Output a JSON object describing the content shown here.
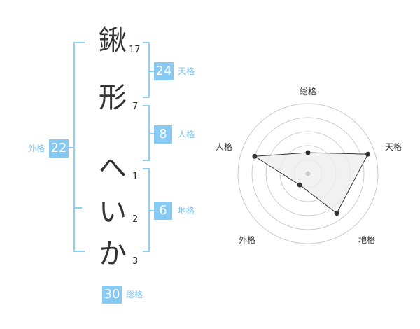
{
  "name_chars": [
    {
      "char": "鍬",
      "strokes": "17"
    },
    {
      "char": "形",
      "strokes": "7"
    },
    {
      "char": "へ",
      "strokes": "1"
    },
    {
      "char": "い",
      "strokes": "2"
    },
    {
      "char": "か",
      "strokes": "3"
    }
  ],
  "kaku": {
    "tenkaku": {
      "value": "24",
      "label": "天格"
    },
    "jinkaku": {
      "value": "8",
      "label": "人格"
    },
    "chikaku": {
      "value": "6",
      "label": "地格"
    },
    "gaikaku": {
      "value": "22",
      "label": "外格"
    },
    "soukaku": {
      "value": "30",
      "label": "総格"
    }
  },
  "radar": {
    "axes": [
      "総格",
      "天格",
      "地格",
      "外格",
      "人格"
    ],
    "values": [
      1.5,
      4.5,
      3.5,
      1.0,
      4.0
    ],
    "max": 5,
    "rings": 5,
    "colors": {
      "ring": "#cccccc",
      "fill": "#eeeeee",
      "stroke": "#333333",
      "point": "#333333",
      "center": "#cccccc"
    }
  },
  "colors": {
    "accent": "#86c9f3",
    "line": "#8fcff4",
    "label": "#7cc2ee"
  }
}
